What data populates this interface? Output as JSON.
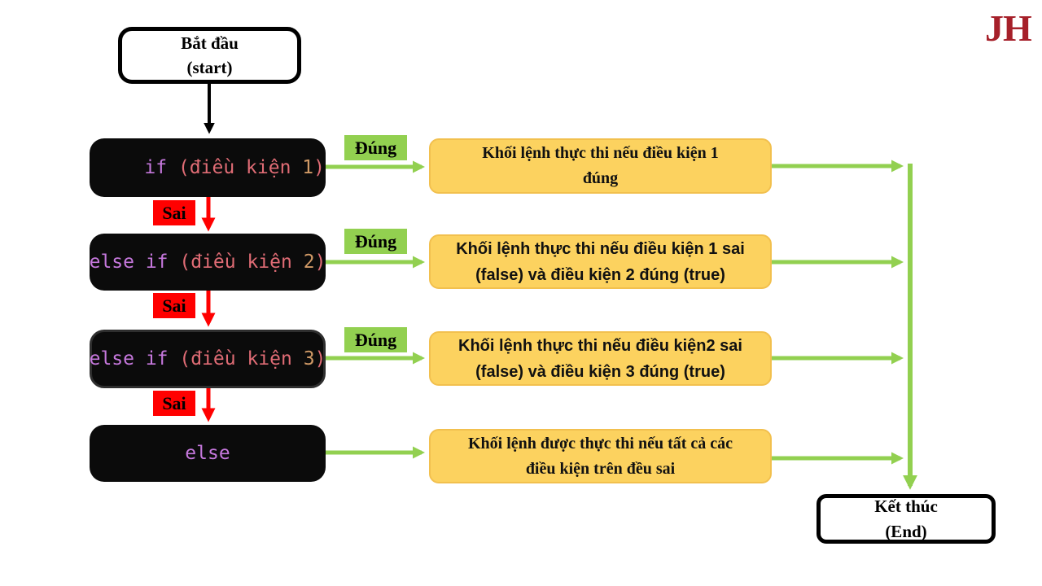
{
  "logo": {
    "text": "JH"
  },
  "colors": {
    "accent_green": "#92d050",
    "accent_red": "#ff0000",
    "arrow_black": "#000000",
    "process_fill": "#fcd25f",
    "code_keyword": "#c678dd",
    "code_text": "#e06c75",
    "code_number": "#d19a66",
    "logo_red": "#a6202a"
  },
  "nodes": {
    "start": {
      "line1": "Bắt đầu",
      "line2": "(start)"
    },
    "end": {
      "line1": "Kết thúc",
      "line2": "(End)"
    }
  },
  "branch_labels": {
    "true": "Đúng",
    "false": "Sai"
  },
  "decisions": [
    {
      "segments": [
        {
          "text": "if",
          "color": "#c678dd"
        },
        {
          "text": " (điều kiện ",
          "color": "#e06c75"
        },
        {
          "text": "1",
          "color": "#d19a66"
        },
        {
          "text": ")",
          "color": "#e06c75"
        }
      ]
    },
    {
      "segments": [
        {
          "text": "else if",
          "color": "#c678dd"
        },
        {
          "text": " (điều kiện ",
          "color": "#e06c75"
        },
        {
          "text": "2",
          "color": "#d19a66"
        },
        {
          "text": ")",
          "color": "#e06c75"
        }
      ]
    },
    {
      "segments": [
        {
          "text": "else if",
          "color": "#c678dd"
        },
        {
          "text": " (điều kiện ",
          "color": "#e06c75"
        },
        {
          "text": "3",
          "color": "#d19a66"
        },
        {
          "text": ")",
          "color": "#e06c75"
        }
      ]
    },
    {
      "segments": [
        {
          "text": "else",
          "color": "#c678dd"
        }
      ]
    }
  ],
  "processes": [
    {
      "line1": "Khối lệnh thực thi nếu điều kiện 1",
      "line2": "đúng"
    },
    {
      "line1": "Khối lệnh thực thi nếu điều kiện 1 sai",
      "line2": "(false) và điều kiện 2 đúng (true)"
    },
    {
      "line1": "Khối lệnh thực thi nếu điều kiện2 sai",
      "line2": "(false) và điều kiện 3 đúng (true)"
    },
    {
      "line1": "Khối lệnh được thực thi nếu tất cả các",
      "line2": "điều kiện trên đều sai"
    }
  ]
}
